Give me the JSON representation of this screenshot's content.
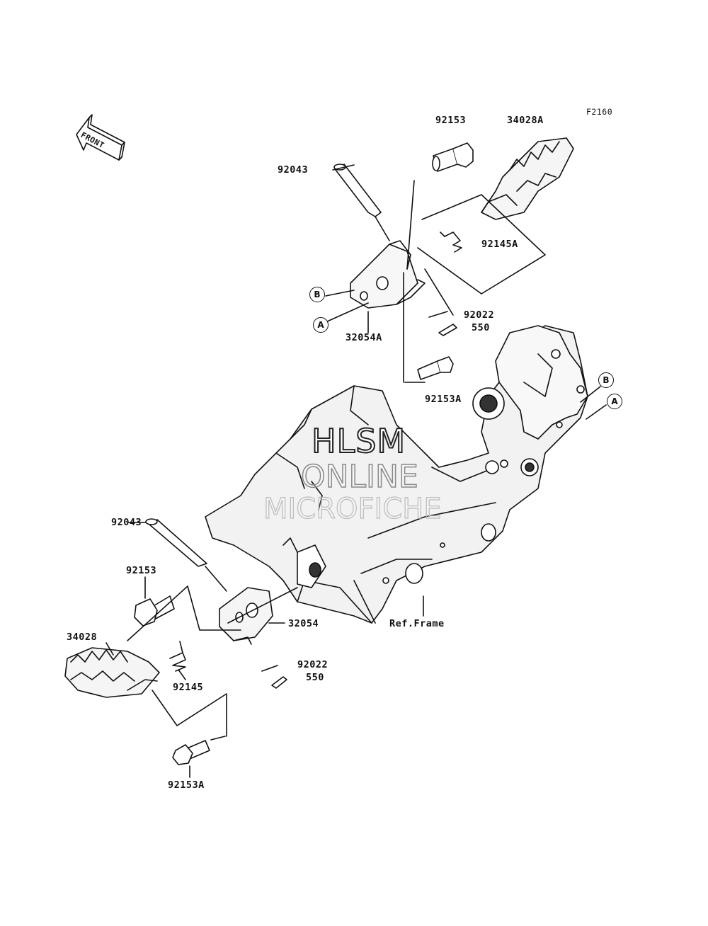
{
  "diagram": {
    "figure_code": "F2160",
    "front_arrow_label": "FRONT",
    "reference_label": "Ref.Frame",
    "circle_markers": [
      "A",
      "B"
    ],
    "watermark": {
      "line1": "HLSM",
      "line2": "ONLINE",
      "line3": "MICROFICHE"
    },
    "part_labels": {
      "top_bolt": "92153",
      "top_footpeg": "34028A",
      "top_pin": "92043",
      "top_spring": "92145A",
      "top_washer": "92022",
      "top_cotter": "550",
      "top_bracket": "32054A",
      "top_mount_bolt": "92153A",
      "bottom_pin": "92043",
      "bottom_bolt": "92153",
      "bottom_bracket": "32054",
      "bottom_footpeg": "34028",
      "bottom_washer": "92022",
      "bottom_cotter": "550",
      "bottom_spring": "92145",
      "bottom_mount_bolt": "92153A"
    }
  }
}
